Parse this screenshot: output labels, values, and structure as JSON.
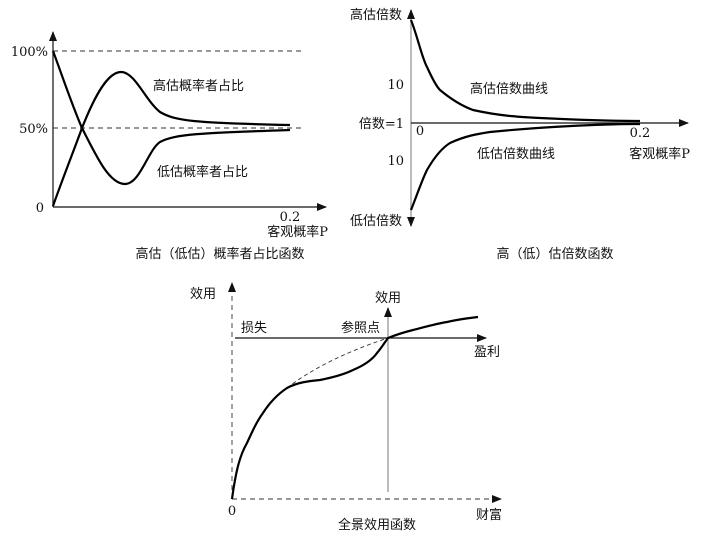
{
  "panel1": {
    "title": "高估（低估）概率者占比函数",
    "y_ticks": [
      "100%",
      "50%",
      "0"
    ],
    "x_tick": "0.2",
    "x_label": "客观概率P",
    "curve_high_label": "高估概率者占比",
    "curve_low_label": "低估概率者占比"
  },
  "panel2": {
    "title": "高（低）估倍数函数",
    "y_top_label": "高估倍数",
    "y_bottom_label": "低估倍数",
    "y_mid_label": "倍数=1",
    "y_tick_upper": "10",
    "y_tick_lower": "10",
    "origin": "0",
    "x_tick": "0.2",
    "x_label": "客观概率P",
    "curve_high_label": "高估倍数曲线",
    "curve_low_label": "低估倍数曲线"
  },
  "panel3": {
    "title": "全景效用函数",
    "y_label": "效用",
    "x_label": "财富",
    "origin": "0",
    "inner_y_label": "效用",
    "loss_label": "损失",
    "reference_label": "参照点",
    "gain_label": "盈利"
  }
}
